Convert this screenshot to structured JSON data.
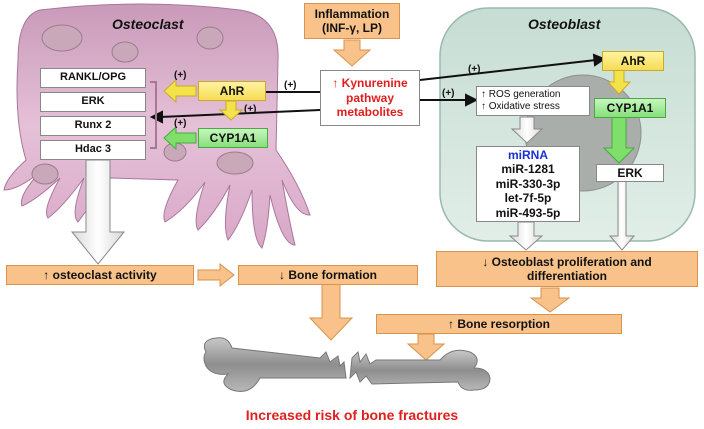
{
  "inflammation": {
    "line1": "Inflammation",
    "line2": "(INF-γ, LP)"
  },
  "kynurenine": {
    "line1": "↑ Kynurenine",
    "line2": "pathway",
    "line3": "metabolites"
  },
  "osteoclast": {
    "title": "Osteoclast",
    "list": [
      "RANKL/OPG",
      "ERK",
      "Runx 2",
      "Hdac 3"
    ],
    "ahr": "AhR",
    "cyp": "CYP1A1"
  },
  "osteoblast": {
    "title": "Osteoblast",
    "ahr": "AhR",
    "cyp": "CYP1A1",
    "ros_line1": "↑ ROS generation",
    "ros_line2": "↑ Oxidative stress",
    "mirna_title": "miRNA",
    "mirnas": [
      "miR-1281",
      "miR-330-3p",
      "let-7f-5p",
      "miR-493-5p"
    ],
    "erk": "ERK"
  },
  "plus_sign": "(+)",
  "outcomes": {
    "osteoclast_activity": "↑ osteoclast activity",
    "bone_formation": "↓ Bone formation",
    "osteoblast_prolif_line1": "↓ Osteoblast proliferation and",
    "osteoblast_prolif_line2": "differentiation",
    "bone_resorption": "↑ Bone resorption",
    "fracture_risk": "Increased risk of bone fractures"
  },
  "colors": {
    "osteoclast_fill": "#dcb0cc",
    "osteoblast_fill": "#d3e6dd",
    "orange_arrow": "#f8c28a",
    "red_text": "#e02020",
    "blue_text": "#1a2fd6"
  }
}
